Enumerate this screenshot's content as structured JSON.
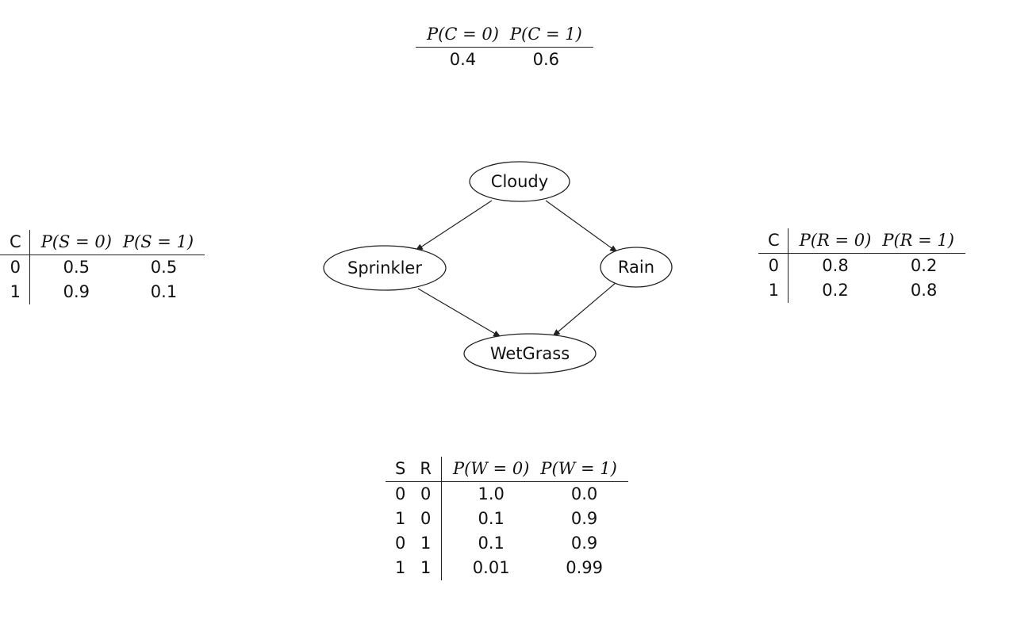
{
  "graph": {
    "nodes": {
      "cloudy": "Cloudy",
      "sprinkler": "Sprinkler",
      "rain": "Rain",
      "wetgrass": "WetGrass"
    }
  },
  "cpt_cloudy": {
    "headers": [
      "P(C = 0)",
      "P(C = 1)"
    ],
    "rows": [
      [
        "0.4",
        "0.6"
      ]
    ]
  },
  "cpt_sprinkler": {
    "parent_header": "C",
    "headers": [
      "P(S = 0)",
      "P(S = 1)"
    ],
    "rows": [
      [
        "0",
        "0.5",
        "0.5"
      ],
      [
        "1",
        "0.9",
        "0.1"
      ]
    ]
  },
  "cpt_rain": {
    "parent_header": "C",
    "headers": [
      "P(R = 0)",
      "P(R = 1)"
    ],
    "rows": [
      [
        "0",
        "0.8",
        "0.2"
      ],
      [
        "1",
        "0.2",
        "0.8"
      ]
    ]
  },
  "cpt_wetgrass": {
    "parent_headers": [
      "S",
      "R"
    ],
    "headers": [
      "P(W = 0)",
      "P(W = 1)"
    ],
    "rows": [
      [
        "0",
        "0",
        "1.0",
        "0.0"
      ],
      [
        "1",
        "0",
        "0.1",
        "0.9"
      ],
      [
        "0",
        "1",
        "0.1",
        "0.9"
      ],
      [
        "1",
        "1",
        "0.01",
        "0.99"
      ]
    ]
  }
}
